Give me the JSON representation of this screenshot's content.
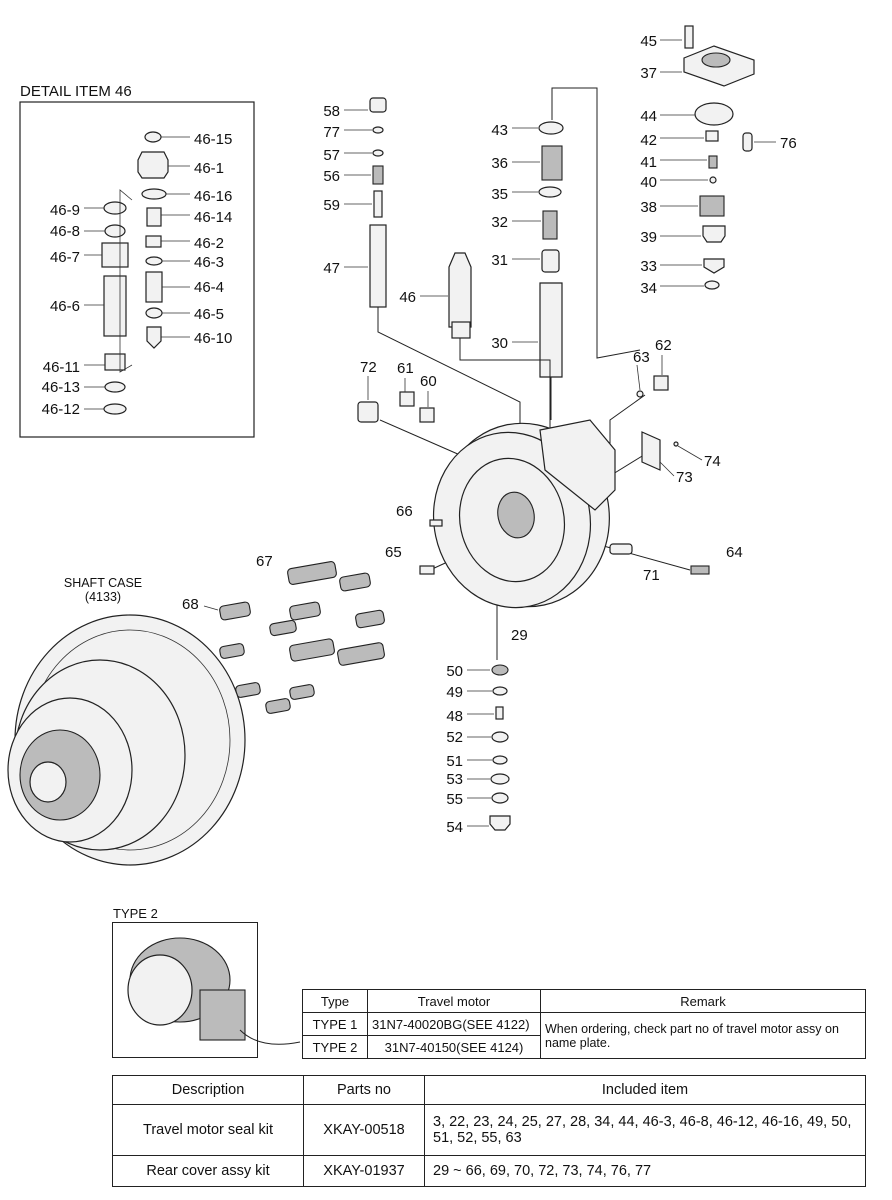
{
  "detail": {
    "title": "DETAIL ITEM 46",
    "labels": [
      "46-15",
      "46-1",
      "46-16",
      "46-9",
      "46-14",
      "46-8",
      "46-2",
      "46-7",
      "46-3",
      "46-4",
      "46-6",
      "46-5",
      "46-10",
      "46-11",
      "46-13",
      "46-12"
    ]
  },
  "shaft_case": {
    "line1": "SHAFT CASE",
    "line2": "(4133)"
  },
  "part_labels": [
    "45",
    "37",
    "58",
    "77",
    "43",
    "44",
    "42",
    "76",
    "57",
    "36",
    "41",
    "40",
    "56",
    "35",
    "38",
    "59",
    "32",
    "39",
    "47",
    "31",
    "33",
    "46",
    "34",
    "30",
    "63",
    "62",
    "72",
    "61",
    "60",
    "74",
    "73",
    "66",
    "64",
    "65",
    "71",
    "67",
    "68",
    "29",
    "50",
    "49",
    "48",
    "52",
    "51",
    "53",
    "55",
    "54"
  ],
  "type2_label": "TYPE 2",
  "type_table": {
    "headers": [
      "Type",
      "Travel motor",
      "Remark"
    ],
    "rows": [
      {
        "type": "TYPE 1",
        "motor": "31N7-40020BG(SEE 4122)"
      },
      {
        "type": "TYPE 2",
        "motor": "31N7-40150(SEE 4124)"
      }
    ],
    "remark": "When ordering, check part no of travel motor assy on name plate."
  },
  "kit_table": {
    "headers": [
      "Description",
      "Parts no",
      "Included item"
    ],
    "rows": [
      {
        "description": "Travel motor seal kit",
        "parts_no": "XKAY-00518",
        "included": "3, 22, 23, 24, 25, 27, 28, 34, 44, 46-3, 46-8, 46-12, 46-16, 49, 50, 51, 52, 55, 63"
      },
      {
        "description": "Rear cover assy kit",
        "parts_no": "XKAY-01937",
        "included": "29 ~ 66, 69, 70, 72, 73, 74, 76, 77"
      }
    ]
  }
}
